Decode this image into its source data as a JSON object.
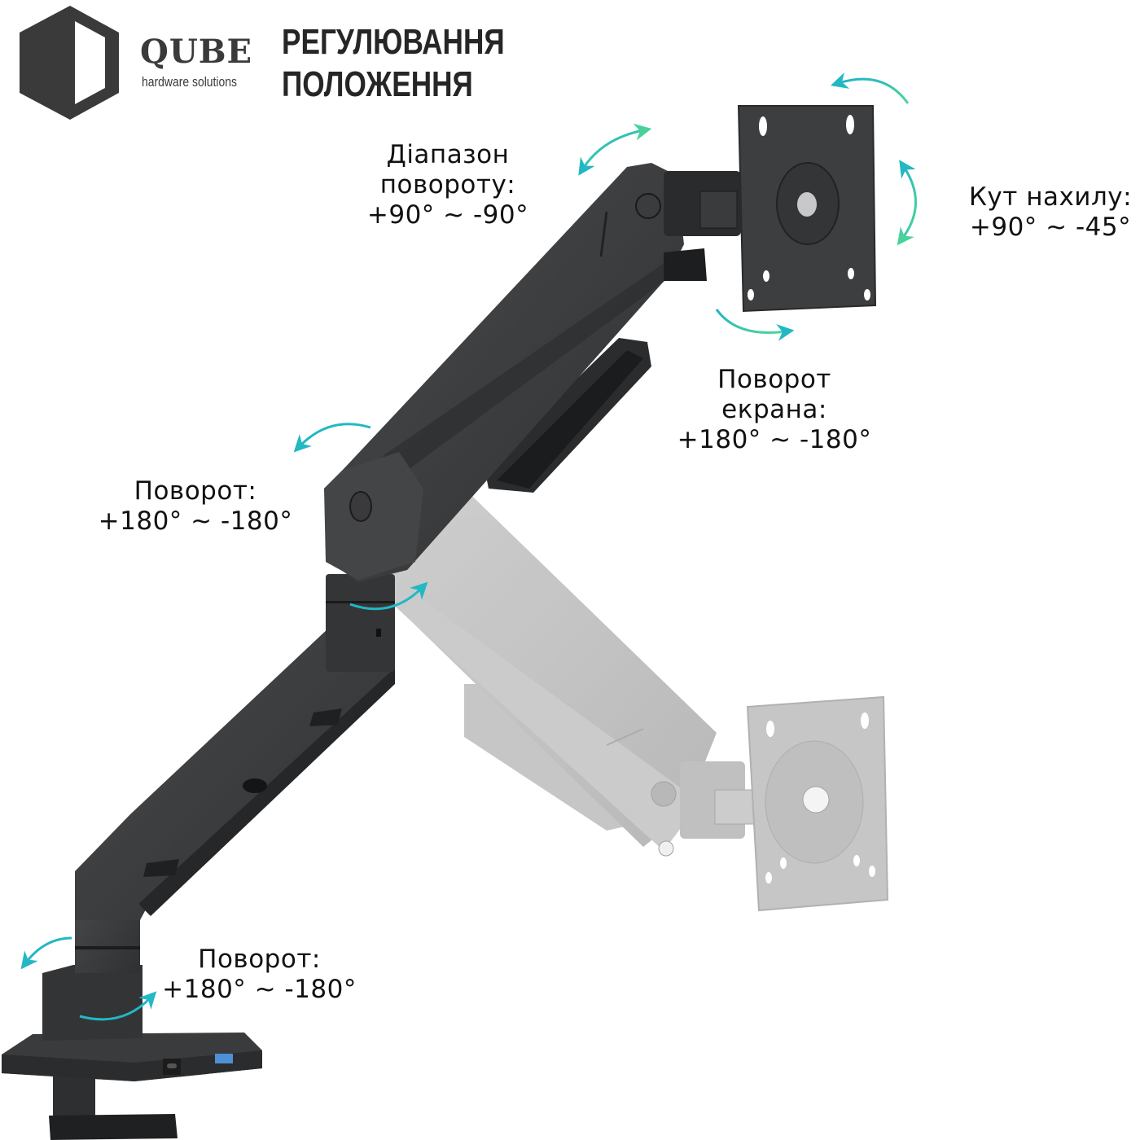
{
  "header": {
    "brand_name": "QUBE",
    "brand_tagline": "hardware solutions",
    "title_line1": "РЕГУЛЮВАННЯ",
    "title_line2": "ПОЛОЖЕННЯ"
  },
  "callouts": {
    "swivel_range": {
      "line1": "Діапазон",
      "line2": "повороту:",
      "line3": "+90° ~ -90°"
    },
    "tilt": {
      "line1": "Кут нахилу:",
      "line2": "+90° ~ -45°"
    },
    "screen_rotation": {
      "line1": "Поворот",
      "line2": "екрана:",
      "line3": "+180° ~ -180°"
    },
    "elbow_rotation": {
      "line1": "Поворот:",
      "line2": "+180° ~ -180°"
    },
    "base_rotation": {
      "line1": "Поворот:",
      "line2": "+180° ~ -180°"
    }
  },
  "icons": {
    "logo": "hexagon-cube-logo-icon",
    "arrows": "curved-double-arrow-icon",
    "ports": [
      "usb-c-port-icon",
      "usb-a-port-icon"
    ]
  },
  "colors": {
    "arm_dark": "#3b3c3e",
    "arm_ghost": "#bdbdbd",
    "arrow_teal": "#22b8c4",
    "arrow_green": "#48d29a",
    "logo_gray": "#3a3a3a",
    "usb_blue": "#4f8fd6"
  }
}
